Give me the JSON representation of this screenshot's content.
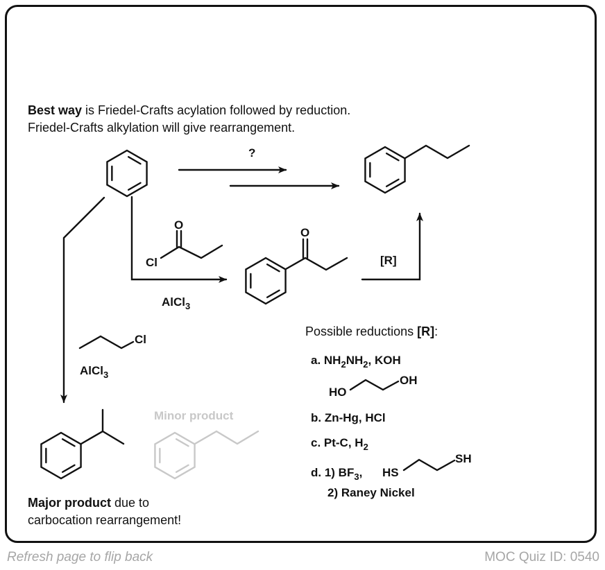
{
  "intro": {
    "line1_bold": "Best way",
    "line1_rest": " is Friedel-Crafts acylation followed by reduction.",
    "line2": "Friedel-Crafts alkylation will give rearrangement."
  },
  "question_mark": "?",
  "acylation": {
    "reagent_atom_cl": "Cl",
    "reagent_atom_o": "O",
    "catalyst": "AlCl",
    "catalyst_sub": "3"
  },
  "ketone_atom_o": "O",
  "reduction_label": "[R]",
  "alkylation": {
    "reagent_atom_cl": "Cl",
    "catalyst": "AlCl",
    "catalyst_sub": "3"
  },
  "minor_product_label": "Minor product",
  "major": {
    "bold": "Major product",
    "rest": " due to",
    "line2": "carbocation rearrangement!"
  },
  "reductions": {
    "title": "Possible reductions ",
    "title_bold": "[R]",
    "title_end": ":",
    "a": {
      "prefix": "a. NH",
      "s1": "2",
      "mid": "NH",
      "s2": "2",
      "end": ", KOH",
      "ho": "HO",
      "oh": "OH"
    },
    "b": "b. Zn-Hg, HCl",
    "c": {
      "text": "c. Pt-C, H",
      "sub": "2"
    },
    "d": {
      "prefix": "d. 1) BF",
      "sub": "3",
      "end": ",",
      "hs": "HS",
      "sh": "SH",
      "line2": "2) Raney Nickel"
    }
  },
  "footer": {
    "left": "Refresh page to flip back",
    "right": "MOC Quiz ID: 0540"
  }
}
